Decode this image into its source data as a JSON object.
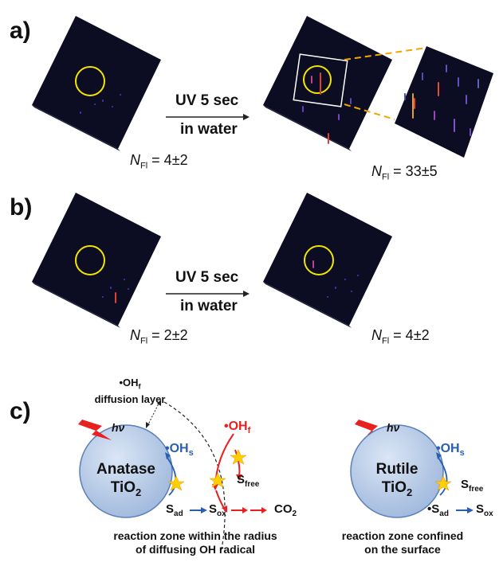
{
  "panels": {
    "a": {
      "label": "a)",
      "arrow_top": "UV 5 sec",
      "arrow_bottom": "in water",
      "before": {
        "n_symbol": "N",
        "n_sub": "Fl",
        "value": " = 4±2"
      },
      "after": {
        "n_symbol": "N",
        "n_sub": "Fl",
        "value": " = 33±5"
      }
    },
    "b": {
      "label": "b)",
      "arrow_top": "UV 5 sec",
      "arrow_bottom": "in water",
      "before": {
        "n_symbol": "N",
        "n_sub": "Fl",
        "value": " = 2±2"
      },
      "after": {
        "n_symbol": "N",
        "n_sub": "Fl",
        "value": " = 4±2"
      }
    },
    "c": {
      "label": "c)",
      "anatase": {
        "name_line1": "Anatase",
        "name_line2": "TiO",
        "name_sub": "2",
        "hv": "hν",
        "oh_s": "•OH",
        "oh_s_sub": "s",
        "oh_f": "•OH",
        "oh_f_sub": "f",
        "diffusion_line1": "•OH",
        "diffusion_line1_sub": "f",
        "diffusion_line2": "diffusion layer",
        "s_free": "S",
        "s_free_sub": "free",
        "s_ad": "S",
        "s_ad_sub": "ad",
        "s_ox": "S",
        "s_ox_sub": "ox",
        "co2": "CO",
        "co2_sub": "2",
        "caption_line1": "reaction zone within the radius",
        "caption_line2": "of diffusing OH radical"
      },
      "rutile": {
        "name_line1": "Rutile",
        "name_line2": "TiO",
        "name_sub": "2",
        "hv": "hν",
        "oh_s": "•OH",
        "oh_s_sub": "s",
        "s_free": "S",
        "s_free_sub": "free",
        "s_ad": "•S",
        "s_ad_sub": "ad",
        "s_ox": "S",
        "s_ox_sub": "ox",
        "caption_line1": "reaction zone confined",
        "caption_line2": "on the surface"
      }
    }
  },
  "colors": {
    "image_bg": "#0c0c22",
    "circle": "#f2e600",
    "zoom_box": "#ffffff",
    "zoom_line": "#f0a800",
    "sphere_fill": "#b8cce8",
    "sphere_edge": "#5a7fb8",
    "blue_text": "#2a5fb0",
    "red": "#e82020",
    "star": "#ffd000"
  }
}
